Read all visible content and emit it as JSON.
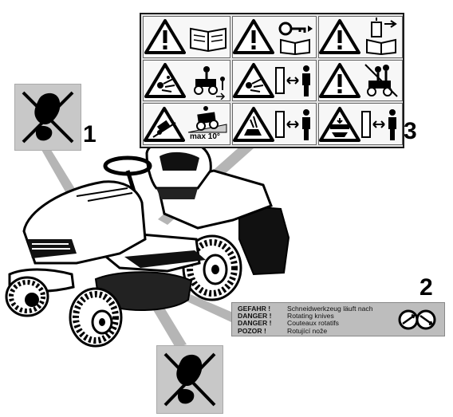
{
  "callouts": {
    "one": "1",
    "two": "2",
    "three": "3"
  },
  "safety_panel": {
    "cells": [
      {
        "left_icon": "warning-triangle-icon",
        "right_icon": "open-manual-icon"
      },
      {
        "left_icon": "warning-triangle-icon",
        "right_icon": "key-removal-manual-icon"
      },
      {
        "left_icon": "warning-triangle-icon",
        "right_icon": "spark-plug-disconnect-manual-icon"
      },
      {
        "left_icon": "thrown-objects-warning-icon",
        "right_icon": "operator-mower-bystanders-icon"
      },
      {
        "left_icon": "thrown-objects-warning-icon",
        "right_icon": "keep-distance-person-icon"
      },
      {
        "left_icon": "warning-triangle-icon",
        "right_icon": "no-passengers-icon"
      },
      {
        "left_icon": "slope-rollover-warning-icon",
        "right_icon": "max-slope-icon"
      },
      {
        "left_icon": "blade-hand-warning-icon",
        "right_icon": "keep-distance-person-icon"
      },
      {
        "left_icon": "crush-warning-icon",
        "right_icon": "keep-distance-person-icon"
      }
    ],
    "max_slope_text": "max 10°"
  },
  "blade_label": {
    "lines": [
      {
        "keyword": "GEFAHR !",
        "text": "Schneidwerkzeug läuft nach"
      },
      {
        "keyword": "DANGER !",
        "text": "Rotating knives"
      },
      {
        "keyword": "DANGER !",
        "text": "Couteaux rotatifs"
      },
      {
        "keyword": "POZOR !",
        "text": "Rotující nože"
      }
    ],
    "icon": "rotating-knives-icon"
  },
  "no_step_icon": "no-step-foot-icon",
  "colors": {
    "label_gray": "#bdbdbd",
    "panel_gray": "#e4e4e4",
    "ink": "#000000"
  }
}
